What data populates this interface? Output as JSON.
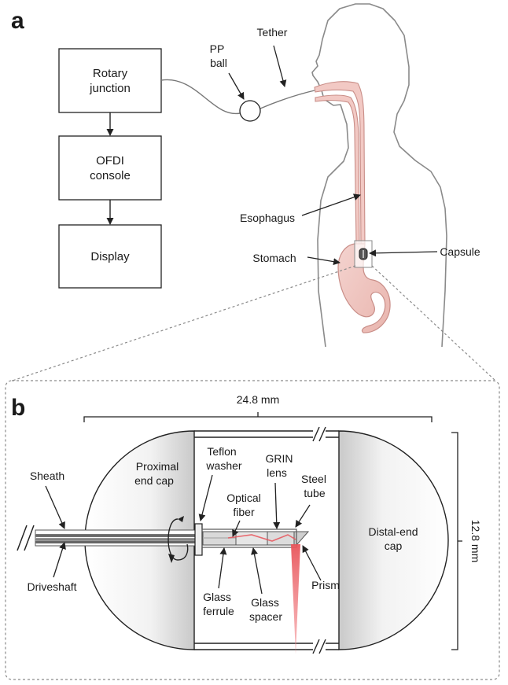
{
  "panel_a": {
    "letter": "a",
    "boxes": [
      {
        "line1": "Rotary",
        "line2": "junction"
      },
      {
        "line1": "OFDI",
        "line2": "console"
      },
      {
        "line1": "Display",
        "line2": ""
      }
    ],
    "labels": {
      "pp_ball_1": "PP",
      "pp_ball_2": "ball",
      "tether": "Tether",
      "esophagus": "Esophagus",
      "stomach": "Stomach",
      "capsule": "Capsule"
    }
  },
  "panel_b": {
    "letter": "b",
    "length": "24.8 mm",
    "diameter": "12.8 mm",
    "labels": {
      "sheath": "Sheath",
      "driveshaft": "Driveshaft",
      "proximal_1": "Proximal",
      "proximal_2": "end cap",
      "teflon_1": "Teflon",
      "teflon_2": "washer",
      "optical_1": "Optical",
      "optical_2": "fiber",
      "grin_1": "GRIN",
      "grin_2": "lens",
      "steel_1": "Steel",
      "steel_2": "tube",
      "distal_1": "Distal-end",
      "distal_2": "cap",
      "glass_ferrule_1": "Glass",
      "glass_ferrule_2": "ferrule",
      "glass_spacer_1": "Glass",
      "glass_spacer_2": "spacer",
      "prism": "Prism"
    }
  },
  "colors": {
    "esophagus_fill": "#f2c9c4",
    "esophagus_stroke": "#c98e88",
    "beam": "#e8545a",
    "line": "#222222",
    "body_outline": "#8a8a8a"
  }
}
